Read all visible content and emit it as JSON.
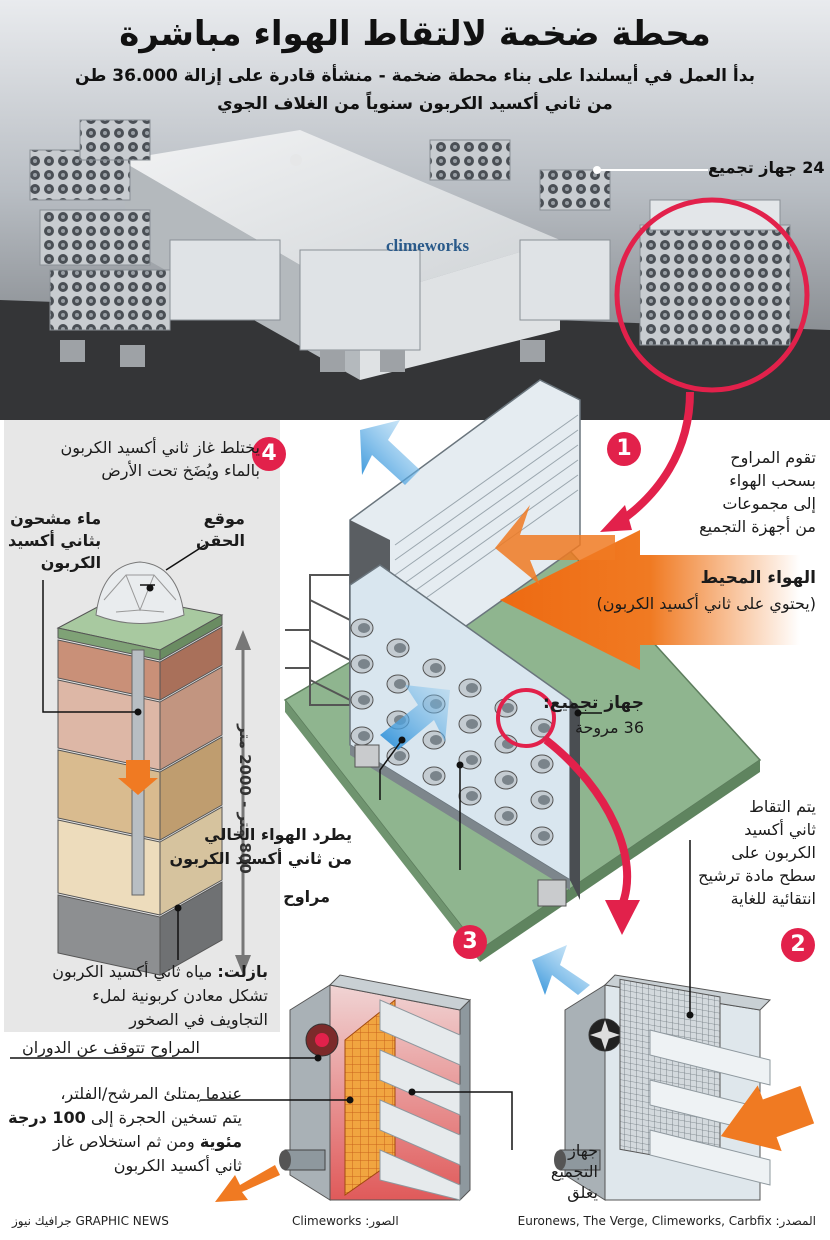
{
  "header": {
    "title": "محطة ضخمة لالتقاط الهواء مباشرة",
    "subtitle_line1": "بدأ العمل في أيسلندا على بناء محطة ضخمة - منشأة قادرة على إزالة 36.000 طن",
    "subtitle_line2": "من ثاني أكسيد الكربون سنوياً من الغلاف الجوي"
  },
  "photo": {
    "logo_text": "climeworks",
    "collectors_label": "24 جهاز تجميع"
  },
  "steps": {
    "step1": {
      "number": "1",
      "text": [
        "تقوم المراوح",
        "بسحب الهواء",
        "إلى مجموعات",
        "من أجهزة التجميع"
      ]
    },
    "step2": {
      "number": "2",
      "text": [
        "يتم التقاط",
        "ثاني أكسيد",
        "الكربون على",
        "سطح مادة ترشيح",
        "انتقائية للغاية"
      ]
    },
    "step3": {
      "number": "3",
      "fans_stop": "المراوح تتوقف عن الدوران",
      "heat_line1": "عندما يمتلئ المرشح/الفلتر،",
      "heat_line2": "يتم تسخين الحجرة إلى",
      "heat_value": "100 درجة",
      "heat_unit": "مئوية",
      "heat_line3": "ومن ثم استخلاص غاز",
      "heat_line4": "ثاني أكسيد الكربون",
      "collector_closes": [
        "جهاز",
        "التجميع",
        "يغلق"
      ]
    },
    "step4": {
      "number": "4",
      "text": [
        "يختلط غاز ثاني أكسيد الكربون",
        "بالماء ويُضَخ تحت الأرض"
      ]
    }
  },
  "labels": {
    "ambient_air_title": "الهواء المحيط",
    "ambient_air_note": "(يحتوي على ثاني أكسيد الكربون)",
    "collector_title": "جهاز تجميع:",
    "collector_fans": "36 مروحة",
    "expel_line1": "يطرد الهواء الخالي",
    "expel_line2": "من ثاني أكسيد الكربون",
    "fans": "مراوح",
    "injection_site": [
      "موقع",
      "الحقن"
    ],
    "charged_water": [
      "ماء مشحون",
      "بثاني أكسيد",
      "الكربون"
    ],
    "depth": "800 متر - 2000 متر",
    "basalt_title": "بازلت:",
    "basalt_line1": "مياه ثاني أكسيد الكربون",
    "basalt_line2": "تشكل معادن كربونية لملء",
    "basalt_line3": "التجاويف في الصخور"
  },
  "footer": {
    "source_label": "المصدر:",
    "source_text": "Euronews, The Verge, Climeworks, Carbfix",
    "photo_label": "الصور:",
    "photo_text": "Climeworks",
    "credit": "GRAPHIC NEWS جرافيك نيوز"
  },
  "colors": {
    "accent_pink": "#e2214b",
    "orange": "#f07a22",
    "blue": "#3d9fe0",
    "ground_green": "#8fb58f",
    "panel_gray": "#e7e7e7",
    "collector_blue": "#d9e6ef"
  }
}
